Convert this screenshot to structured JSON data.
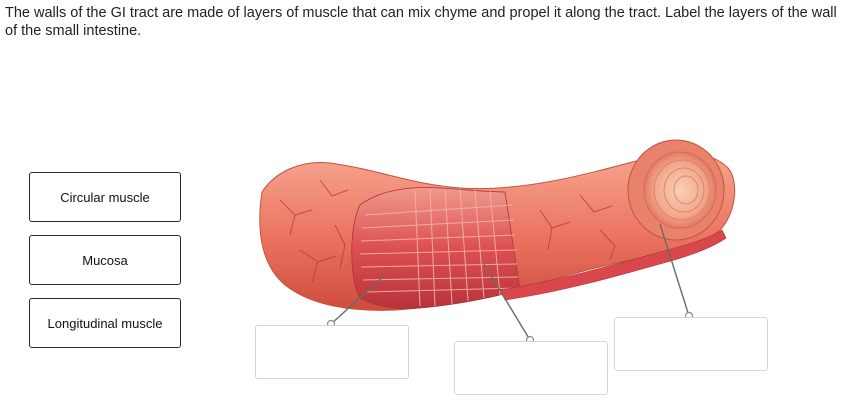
{
  "question": {
    "text": "The walls of the GI tract are made of layers of muscle that can mix chyme and propel it along the tract. Label the layers of the wall of the small intestine."
  },
  "labels": [
    {
      "text": "Circular muscle"
    },
    {
      "text": "Mucosa"
    },
    {
      "text": "Longitudinal muscle"
    }
  ],
  "drop_targets": [
    {
      "value": ""
    },
    {
      "value": ""
    },
    {
      "value": ""
    }
  ],
  "colors": {
    "text": "#222222",
    "label_border": "#2b2b2b",
    "drop_border": "#d6d6d6",
    "leader_line": "#6a6a6a",
    "tissue_outer": "#ec7763",
    "tissue_muscle": "#d8484a",
    "mucosa": "#f3b49a"
  }
}
